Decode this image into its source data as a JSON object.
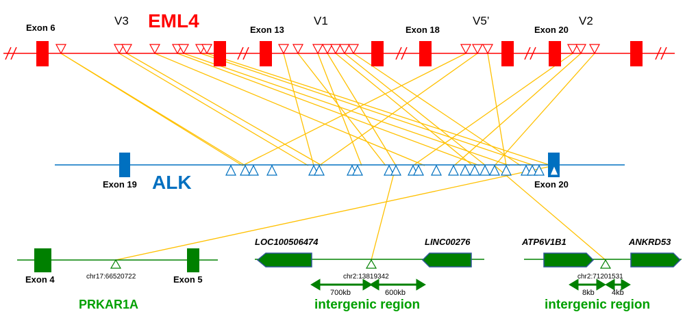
{
  "eml4": {
    "gene_name": "EML4",
    "exon_labels": [
      "Exon 6",
      "Exon 13",
      "Exon 18",
      "Exon 20"
    ],
    "variant_labels": [
      "V3",
      "V1",
      "V5’",
      "V2"
    ],
    "color": "#ff0000"
  },
  "alk": {
    "gene_name": "ALK",
    "exon_labels": [
      "Exon 19",
      "Exon 20"
    ],
    "color": "#0070c0"
  },
  "prkar1a": {
    "gene_name": "PRKAR1A",
    "exon_labels": [
      "Exon 4",
      "Exon 5"
    ],
    "breakpoint": "chr17:66520722",
    "color": "#008000"
  },
  "region_mid": {
    "gene_left": "LOC100506474",
    "gene_right": "LINC00276",
    "breakpoint": "chr2:13819342",
    "dist_left": "700kb",
    "dist_right": "600kb",
    "region_label": "intergenic region"
  },
  "region_right": {
    "gene_left": "ATP6V1B1",
    "gene_right": "ANKRD53",
    "breakpoint": "chr2:71201531",
    "dist_left": "8kb",
    "dist_right": "4kb",
    "region_label": "intergenic region"
  },
  "connector_color": "#ffc000"
}
